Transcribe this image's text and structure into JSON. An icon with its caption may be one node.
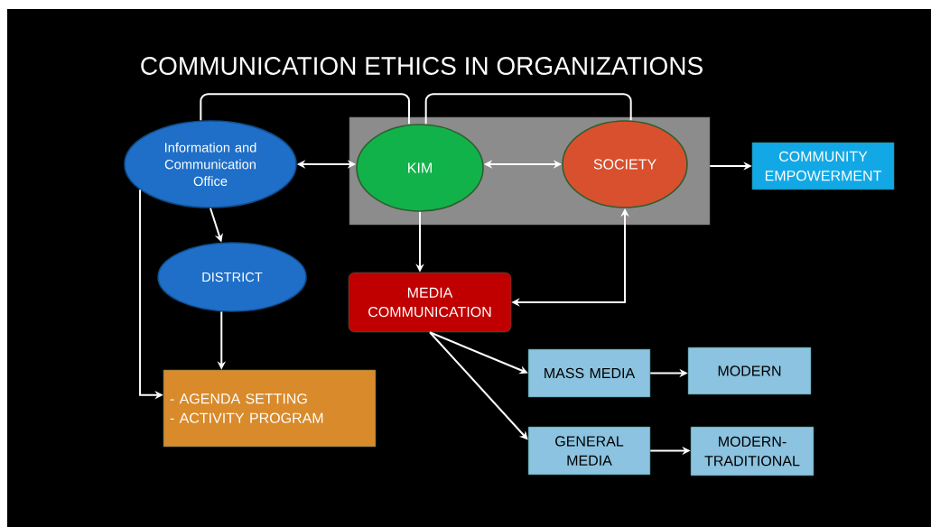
{
  "diagram": {
    "title": "COMMUNICATION ETHICS IN ORGANIZATIONS",
    "nodes": [
      {
        "text": [
          "Information and Communication Office"
        ]
      },
      {
        "text": [],
        "shape": "box"
      },
      {
        "text": [
          "KIM"
        ],
        "in": 1
      },
      {
        "text": [
          "SOCIETY"
        ],
        "in": 1
      },
      {
        "text": [
          "COMMUNITY EMPOWERMENT"
        ]
      },
      {
        "text": [
          "DISTRICT"
        ]
      },
      {
        "text": [
          "MEDIA COMMUNICATION"
        ]
      },
      {
        "text": [
          "- AGENDA SETTING",
          "- ACTIVITY PROGRAM"
        ]
      },
      {
        "text": [
          "MASS MEDIA"
        ]
      },
      {
        "text": [
          "MODERN"
        ]
      },
      {
        "text": [
          "GENERAL MEDIA"
        ]
      },
      {
        "text": [
          "MODERN-TRADITIONAL"
        ]
      }
    ],
    "edges": [
      {
        "from": 0,
        "to": 2,
        "arrow": "both"
      },
      {
        "from": 2,
        "to": 3,
        "arrow": "both"
      },
      {
        "from": 0,
        "to": 2,
        "arrow": "none"
      },
      {
        "from": 2,
        "to": 3,
        "arrow": "none"
      },
      {
        "from": 1,
        "to": 4,
        "arrow": "to"
      },
      {
        "from": 0,
        "to": 5,
        "arrow": "to"
      },
      {
        "from": 5,
        "to": 7,
        "arrow": "to"
      },
      {
        "from": 0,
        "to": 7,
        "arrow": "to"
      },
      {
        "from": 2,
        "to": 6,
        "arrow": "to"
      },
      {
        "from": 6,
        "to": 3,
        "arrow": "both"
      },
      {
        "from": 6,
        "to": 8,
        "arrow": "to"
      },
      {
        "from": 6,
        "to": 10,
        "arrow": "to"
      },
      {
        "from": 8,
        "to": 9,
        "arrow": "to"
      },
      {
        "from": 10,
        "to": 11,
        "arrow": "to"
      }
    ]
  }
}
